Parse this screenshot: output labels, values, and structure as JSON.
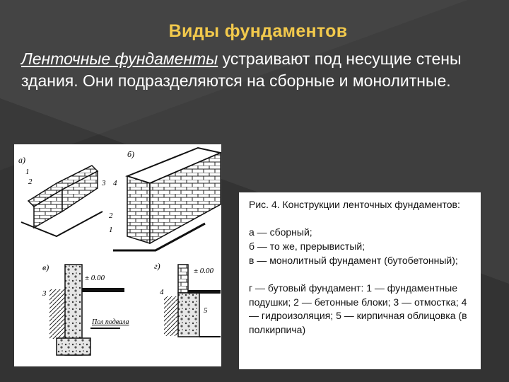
{
  "slide": {
    "title": "Виды фундаментов",
    "intro_emphasis": "Ленточные фундаменты",
    "intro_rest": " устраивают под несущие стены здания. Они подразделяются на сборные и монолитные."
  },
  "figure": {
    "panel_labels": [
      "а)",
      "б)",
      "в)",
      "г)"
    ],
    "callouts": [
      "1",
      "2",
      "3",
      "4",
      "5"
    ],
    "level_mark": "± 0.00",
    "basement_floor": "Пол подвала"
  },
  "caption": {
    "title": "Рис. 4. Конструкции ленточных фундаментов:",
    "lines": [
      "а — сборный;",
      "б — то же, прерывистый;",
      "в — монолитный фундамент (бутобетонный);",
      "г — бутовый фундамент: 1 — фундаментные подушки; 2 — бетонные блоки; 3 — отмостка; 4 — гидроизоляция; 5 — кирпичная облицовка (в полкирпича)"
    ]
  }
}
